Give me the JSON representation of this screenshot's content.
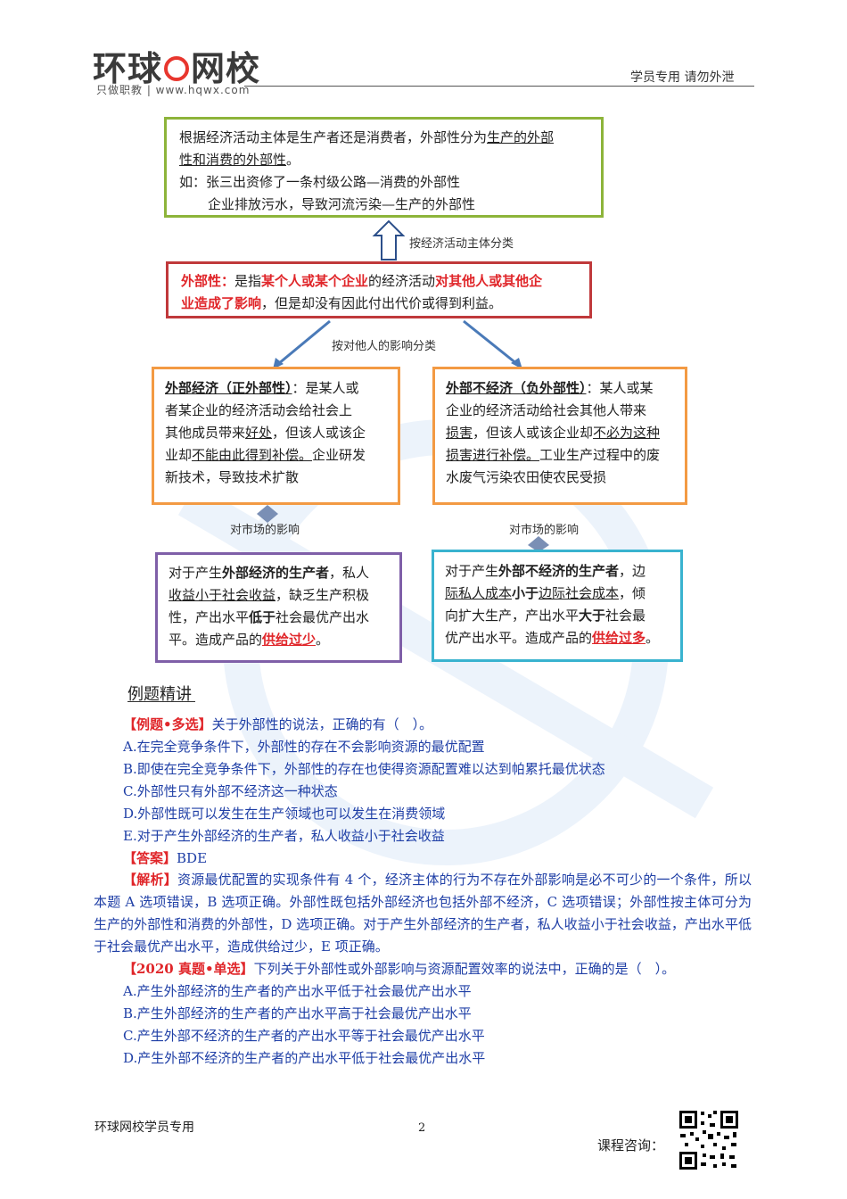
{
  "header": {
    "logo_main_1": "环球",
    "logo_main_2": "网校",
    "logo_sub": "只做职教 | www.hqwx.com",
    "tag": "学员专用  请勿外泄"
  },
  "diagram": {
    "green_box": {
      "line1_a": "根据经济活动主体是生产者还是消费者，外部性分为",
      "line1_u": "生产的外部",
      "line2_u": "性和消费的外部性",
      "line2_b": "。",
      "line3": "如：张三出资修了一条村级公路—消费的外部性",
      "line4": "企业排放污水，导致河流污染—生产的外部性"
    },
    "label_by_subject": "按经济活动主体分类",
    "red_box": {
      "term": "外部性：",
      "t1": "是指",
      "r1": "某个人或某个企业",
      "t2": "的经济活动",
      "r2": "对其他人或其他企",
      "r3": "业造成了影响",
      "t3": "，但是却没有因此付出代价或得到利益。"
    },
    "label_by_effect": "按对他人的影响分类",
    "left_box": {
      "term": "外部经济（正外部性）",
      "t1": "：是某人或",
      "l2": "者某企业的经济活动会给社会上",
      "l3a": "其他成员带来",
      "l3u": "好处",
      "l3b": "，但该人或该企",
      "l4a": "业却",
      "l4u": "不能由此得到补偿。",
      "l4b": "企业研发",
      "l5": "新技术，导致技术扩散"
    },
    "right_box": {
      "term": "外部不经济（负外部性）",
      "t1": "：某人或某",
      "l2": "企业的经济活动给社会其他人带来",
      "l3u": "损害",
      "l3a": "，但该人或该企业却",
      "l3u2": "不必为这种",
      "l4u": "损害进行补偿。",
      "l4a": "工业生产过程中的废",
      "l5": "水废气污染农田使农民受损"
    },
    "label_market_left": "对市场的影响",
    "label_market_right": "对市场的影响",
    "purple_box": {
      "a1": "对于产生",
      "b1": "外部经济的生产者",
      "a2": "，私人",
      "u1": "收益小于社会收益",
      "a3": "，缺乏生产积极",
      "a4": "性，产出水平",
      "b2": "低于",
      "a5": "社会最优产出水",
      "a6": "平。造成产品的",
      "r1": "供给过少",
      "a7": "。"
    },
    "cyan_box": {
      "a1": "对于产生",
      "b1": "外部不经济的生产者",
      "a2": "，边",
      "u1": "际私人成本",
      "b2": "小于",
      "u2": "边际社会成本",
      "a3": "，倾",
      "a4": "向扩大生产，产出水平",
      "b3": "大于",
      "a5": "社会最",
      "a6": "优产出水平。造成产品的",
      "r1": "供给过多",
      "a7": "。"
    }
  },
  "section_title": "例题精讲",
  "q1": {
    "tag": "【例题•多选】",
    "stem": "关于外部性的说法，正确的有（　）。",
    "options": [
      "A.在完全竞争条件下，外部性的存在不会影响资源的最优配置",
      "B.即使在完全竞争条件下，外部性的存在也使得资源配置难以达到帕累托最优状态",
      "C.外部性只有外部不经济这一种状态",
      "D.外部性既可以发生在生产领域也可以发生在消费领域",
      "E.对于产生外部经济的生产者，私人收益小于社会收益"
    ],
    "answer_tag": "【答案】",
    "answer": "BDE",
    "analysis_tag": "【解析】",
    "analysis": "资源最优配置的实现条件有 4 个，经济主体的行为不存在外部影响是必不可少的一个条件，所以本题 A 选项错误，B 选项正确。外部性既包括外部经济也包括外部不经济，C 选项错误；外部性按主体可分为生产的外部性和消费的外部性，D 选项正确。对于产生外部经济的生产者，私人收益小于社会收益，产出水平低于社会最优产出水平，造成供给过少，E 项正确。"
  },
  "q2": {
    "tag": "【2020 真题•单选】",
    "stem": "下列关于外部性或外部影响与资源配置效率的说法中，正确的是（　）。",
    "options": [
      "A.产生外部经济的生产者的产出水平低于社会最优产出水平",
      "B.产生外部经济的生产者的产出水平高于社会最优产出水平",
      "C.产生外部不经济的生产者的产出水平等于社会最优产出水平",
      "D.产生外部不经济的生产者的产出水平低于社会最优产出水平"
    ]
  },
  "footer": {
    "left": "环球网校学员专用",
    "page": "2",
    "qr_label": "课程咨询："
  },
  "colors": {
    "green": "#8db43a",
    "red": "#c0393b",
    "orange": "#f39a43",
    "purple": "#7f5fa8",
    "cyan": "#39b3cf",
    "text_blue": "#1f3fa6",
    "accent_red": "#e0262a"
  }
}
